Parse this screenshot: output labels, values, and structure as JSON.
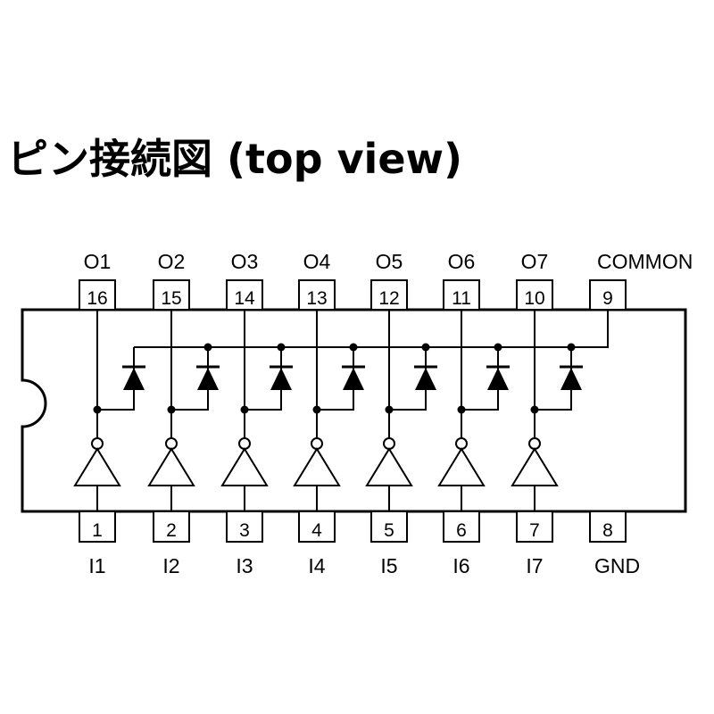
{
  "title": "ピン接続図  (top view)",
  "top_pins": [
    {
      "number": "16",
      "label": "O1"
    },
    {
      "number": "15",
      "label": "O2"
    },
    {
      "number": "14",
      "label": "O3"
    },
    {
      "number": "13",
      "label": "O4"
    },
    {
      "number": "12",
      "label": "O5"
    },
    {
      "number": "11",
      "label": "O6"
    },
    {
      "number": "10",
      "label": "O7"
    },
    {
      "number": "9",
      "label": "COMMON"
    }
  ],
  "bottom_pins": [
    {
      "number": "1",
      "label": "I1"
    },
    {
      "number": "2",
      "label": "I2"
    },
    {
      "number": "3",
      "label": "I3"
    },
    {
      "number": "4",
      "label": "I4"
    },
    {
      "number": "5",
      "label": "I5"
    },
    {
      "number": "6",
      "label": "I6"
    },
    {
      "number": "7",
      "label": "I7"
    },
    {
      "number": "8",
      "label": "GND"
    }
  ]
}
